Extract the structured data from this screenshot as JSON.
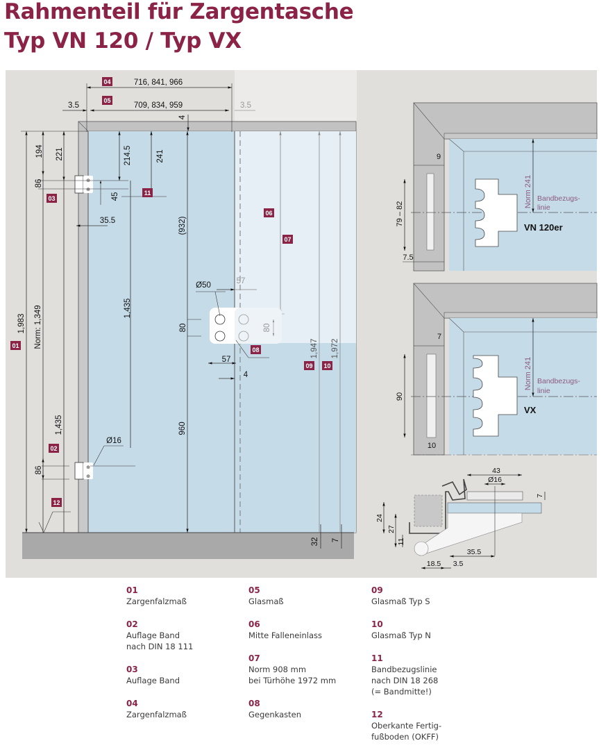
{
  "title": {
    "line1": "Rahmenteil für Zargentasche",
    "line2": "Typ VN 120 / Typ VX"
  },
  "colors": {
    "accent": "#8b2346",
    "background_panel": "#e1dfdc",
    "glass": "#c6dbe8",
    "frame": "#bdbdbd",
    "floor": "#a9a9a9"
  },
  "main_drawing": {
    "badges": [
      "01",
      "02",
      "03",
      "04",
      "05",
      "06",
      "07",
      "08",
      "09",
      "10",
      "11",
      "12"
    ],
    "dims": {
      "top_outer": "716, 841, 966",
      "top_inner": "709, 834, 959",
      "left_gap": "3.5",
      "right_gap": "3.5",
      "top_gap": "4",
      "d194": "194",
      "d221": "221",
      "d214_5": "214.5",
      "d241": "241",
      "d86_top": "86",
      "d45": "45",
      "d35_5": "35.5",
      "d932": "(932)",
      "d1983": "1,983",
      "norm1349": "Norm: 1,349",
      "d1435_left": "1,435",
      "d1435_mid": "1,435",
      "dia50": "Ø50",
      "d57_top": "57",
      "d80_left": "80",
      "d80_right": "80",
      "d57_bottom": "57",
      "d4_bottom": "4",
      "d1947": "1,947",
      "d1972": "1,972",
      "dia16": "Ø16",
      "d86_bottom": "86",
      "d960": "960",
      "d32": "32",
      "d7": "7"
    }
  },
  "detail_vn": {
    "label": "VN 120er",
    "d9": "9",
    "d79_82": "79 – 82",
    "d7_5": "7.5",
    "norm": "Norm 241",
    "ref_line": "Bandbezugs-",
    "ref_line2": "linie"
  },
  "detail_vx": {
    "label": "VX",
    "d7": "7",
    "d90": "90",
    "d10": "10",
    "norm": "Norm 241",
    "ref_line": "Bandbezugs-",
    "ref_line2": "linie"
  },
  "section_detail": {
    "d43": "43",
    "dia16": "Ø16",
    "d7": "7",
    "d24": "24",
    "d27": "27",
    "d11": "11",
    "d35_5": "35.5",
    "d18_5": "18.5",
    "d3_5": "3.5"
  },
  "legend": {
    "col1": [
      {
        "num": "01",
        "text": "Zargenfalzmaß"
      },
      {
        "num": "02",
        "text": "Auflage Band\nnach DIN 18 111"
      },
      {
        "num": "03",
        "text": "Auflage Band"
      },
      {
        "num": "04",
        "text": "Zargenfalzmaß"
      }
    ],
    "col2": [
      {
        "num": "05",
        "text": "Glasmaß"
      },
      {
        "num": "06",
        "text": "Mitte Falleneinlass"
      },
      {
        "num": "07",
        "text": "Norm 908 mm\nbei Türhöhe 1972 mm"
      },
      {
        "num": "08",
        "text": "Gegenkasten"
      }
    ],
    "col3": [
      {
        "num": "09",
        "text": "Glasmaß Typ S"
      },
      {
        "num": "10",
        "text": "Glasmaß Typ N"
      },
      {
        "num": "11",
        "text": "Bandbezugslinie\nnach DIN 18 268\n(= Bandmitte!)"
      },
      {
        "num": "12",
        "text": "Oberkante Fertig-\nfußboden (OKFF)"
      }
    ]
  }
}
